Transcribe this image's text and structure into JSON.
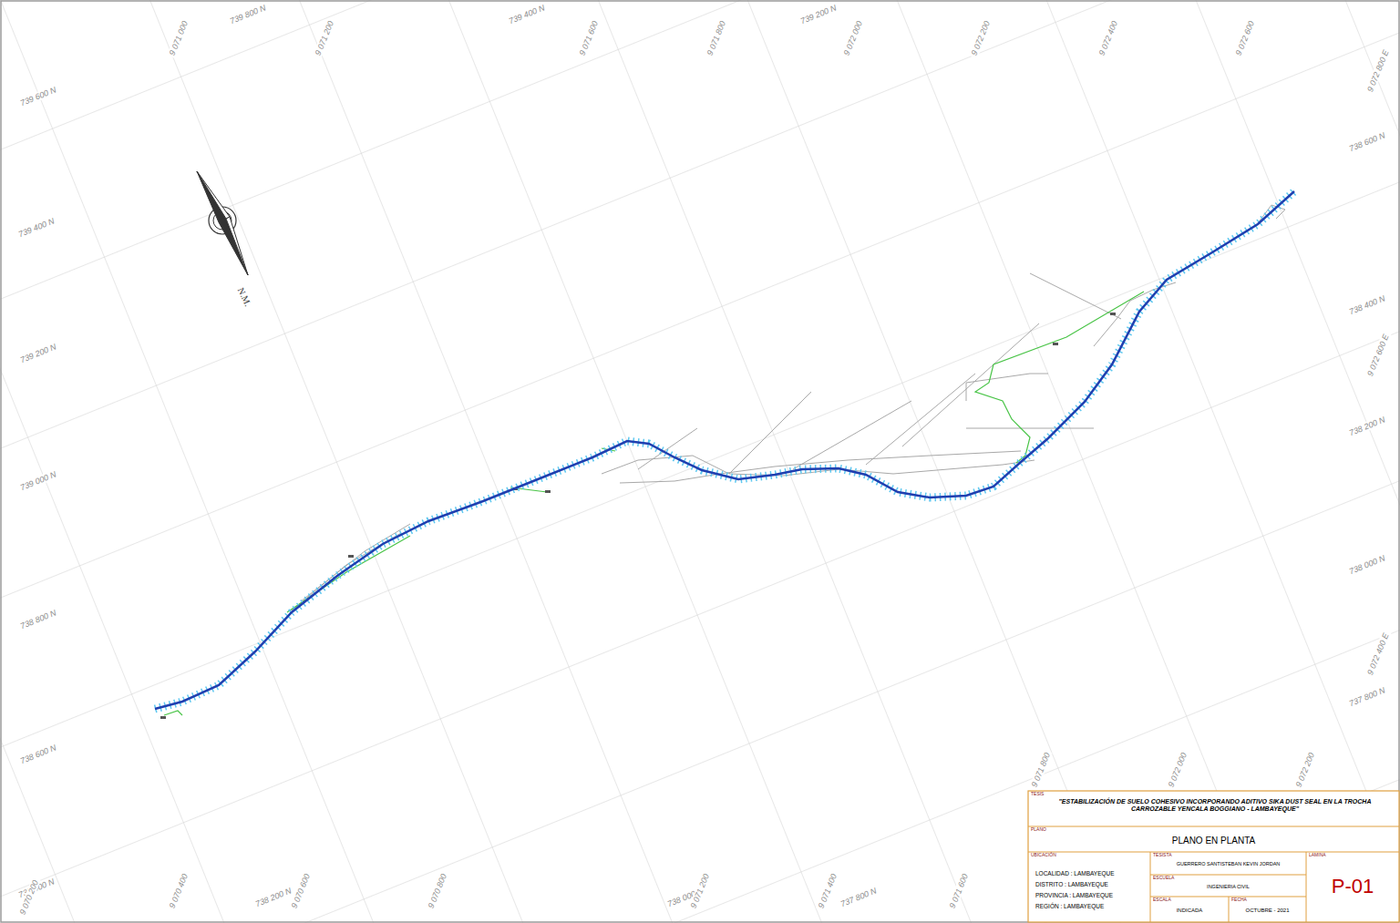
{
  "diagram": {
    "labels": [
      "N.M.",
      "739 600 N",
      "739 400 N",
      "739 200 N",
      "739 000 N",
      "738 800 N",
      "738 600 N",
      "738 400 N",
      "738 600 N",
      "738 400 N",
      "738 200 N",
      "738 000 N",
      "737 800 N",
      "738 200 N",
      "738 000 N",
      "737 800 N",
      "739 800 N",
      "739 400 N",
      "739 200 N",
      "9 070 200",
      "9 070 400",
      "9 070 600",
      "9 070 800",
      "9 071 200",
      "9 071 400",
      "9 071 600",
      "9 071 800",
      "9 072 000",
      "9 072 200",
      "9 072 800 E",
      "9 072 600 E",
      "9 072 400 E",
      "9 071 000",
      "9 071 200",
      "9 071 600",
      "9 071 800",
      "9 072 000",
      "9 072 200",
      "9 072 400",
      "9 072 600",
      "TESIS",
      "\"ESTABILIZACIÓN DE SUELO COHESIVO INCORPORANDO ADITIVO SIKA DUST SEAL EN LA TROCHA CARROZABLE YENCALA BOGGIANO - LAMBAYEQUE\"",
      "PLANO",
      "PLANO EN PLANTA",
      "UBICACIÓN",
      "LOCALIDAD : LAMBAYEQUE",
      "DISTRITO : LAMBAYEQUE",
      "PROVINCIA : LAMBAYEQUE",
      "REGIÓN : LAMBAYEQUE",
      "TESISTA",
      "GUERRERO SANTISTEBAN KEVIN JORDAN",
      "ESCUELA",
      "INGENIERIA CIVIL",
      "ESCALA",
      "INDICADA",
      "FECHA",
      "OCTUBRE - 2021",
      "LAMINA",
      "P-01"
    ]
  }
}
